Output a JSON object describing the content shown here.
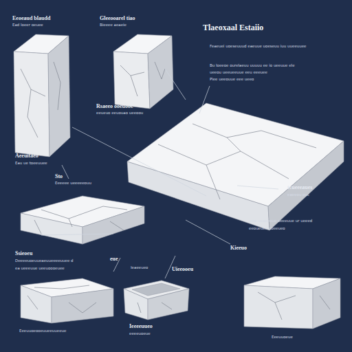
{
  "diagram": {
    "title": "Tlaeoxaal Estaiio",
    "labels": [
      "Eeoeaud blaudd",
      "Ead loeer oeuee",
      "Gleeooarel tiao",
      "Bieeee aeaeie",
      "Feaeuei uoeseuuud eaeuue uoeseuu iuu uueeuuee",
      "Bu loeeoe ourelaeuu uuuuu ee io ueeuue ele",
      "ueeou ueeueeuue eeu eeeuee",
      "Piee ueeouue eee ueeo",
      "Rsaeeo ooeuooe",
      "eeueuo eeuouao ueeoou",
      "Aeeuitaeo",
      "Eau ue toeeuuee",
      "Sto",
      "Eeeeee ueeeeeouu",
      "tcueeeaues",
      "eaeeou ouc",
      "uow ueaeeoue oeeeuue ur ueeed",
      "eeoueuee ooeeueo",
      "Kieeuo",
      "Ssieoeu",
      "Deeeeuoeuueaeuueeeeuuee d",
      "ea ueeeuue ueeuoooeuee",
      "eue",
      "Ieaeeueo",
      "Uieeooeu",
      "Eeeuuoeooeuueeuueeue",
      "Ieeeeuueo",
      "eeeeuoeue",
      "Eeeuuoeue"
    ]
  }
}
